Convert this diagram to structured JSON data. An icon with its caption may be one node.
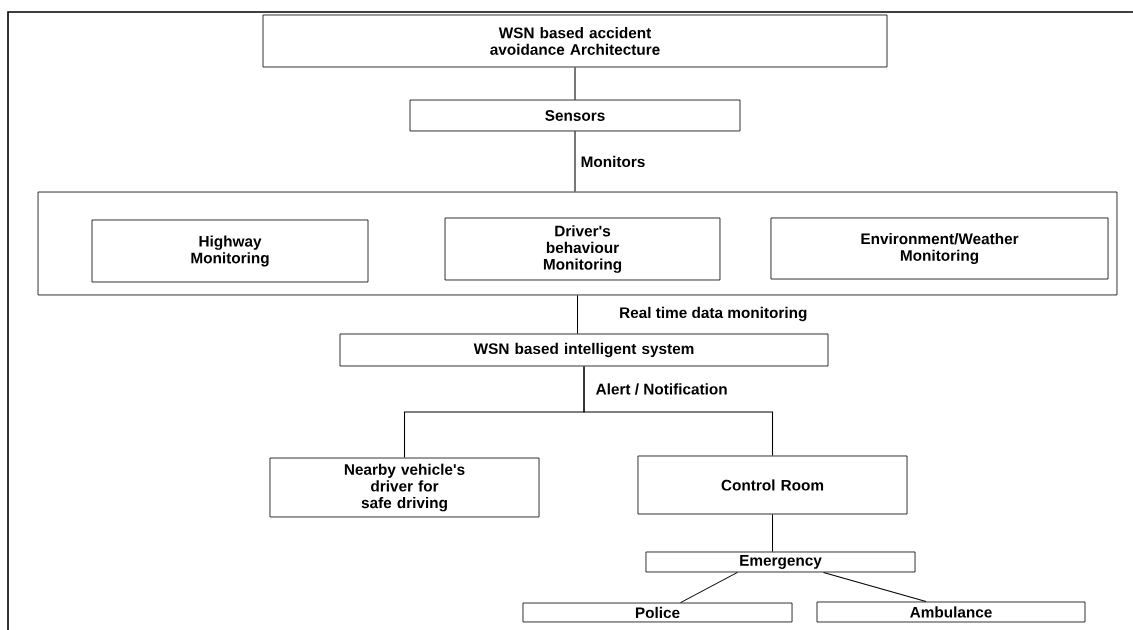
{
  "diagram": {
    "nodes": [
      {
        "text": [
          "WSN based accident avoidance Architecture"
        ]
      },
      {
        "text": [
          "Sensors"
        ]
      },
      {
        "text": [],
        "shape": "box"
      },
      {
        "text": [
          "Highway Monitoring"
        ],
        "in": 2
      },
      {
        "text": [
          "Driver's behaviour Monitoring"
        ],
        "in": 2
      },
      {
        "text": [
          "Environment/Weather Monitoring"
        ],
        "in": 2
      },
      {
        "text": [
          "WSN based intelligent system"
        ]
      },
      {
        "text": [
          "Nearby vehicle's driver for safe driving"
        ]
      },
      {
        "text": [
          "Control Room"
        ]
      },
      {
        "text": [
          "Emergency"
        ]
      },
      {
        "text": [
          "Police"
        ]
      },
      {
        "text": [
          "Ambulance"
        ]
      }
    ],
    "edges": [
      {
        "from": 0,
        "to": 1,
        "arrow": "none"
      },
      {
        "from": 1,
        "to": 2,
        "arrow": "none",
        "label": "Monitors"
      },
      {
        "from": 2,
        "to": 6,
        "arrow": "none",
        "label": "Real time data monitoring"
      },
      {
        "from": 6,
        "to": 7,
        "arrow": "none",
        "label": "Alert / Notification"
      },
      {
        "from": 6,
        "to": 8,
        "arrow": "none"
      },
      {
        "from": 8,
        "to": 9,
        "arrow": "none"
      },
      {
        "from": 9,
        "to": 10,
        "arrow": "none"
      },
      {
        "from": 9,
        "to": 11,
        "arrow": "none"
      }
    ]
  }
}
